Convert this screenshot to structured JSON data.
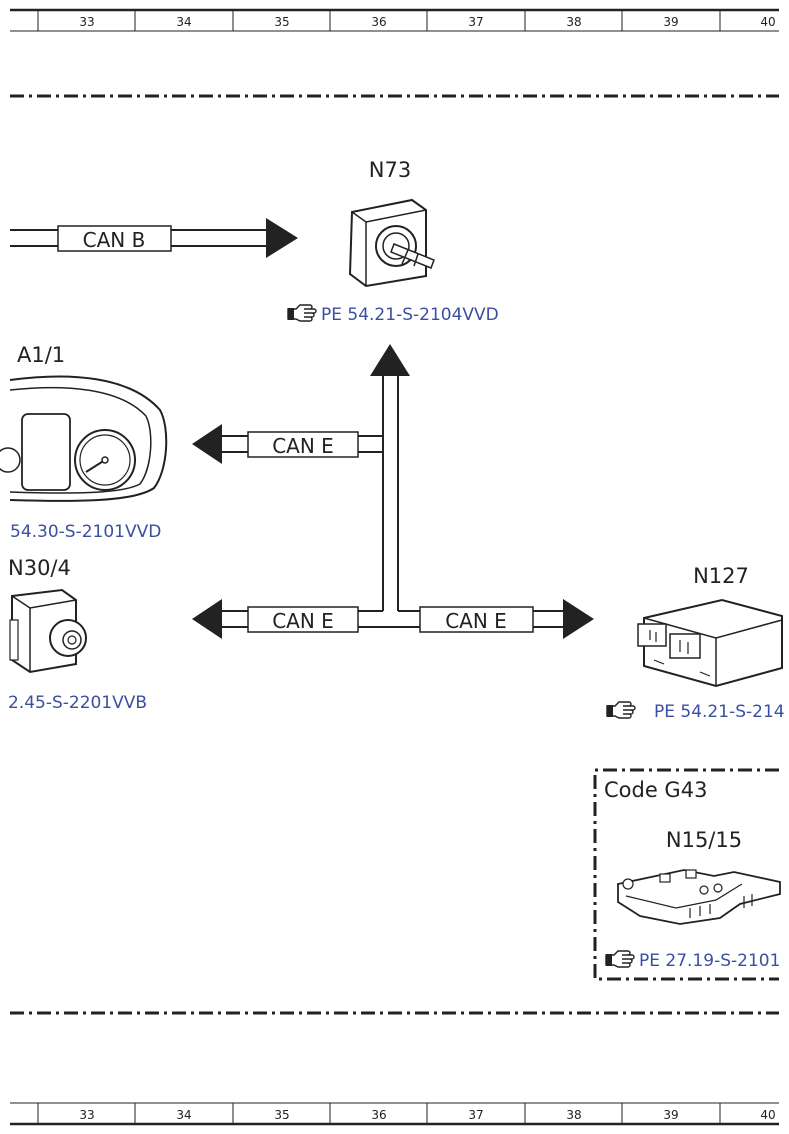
{
  "ruler": {
    "columns": [
      "33",
      "34",
      "35",
      "36",
      "37",
      "38",
      "39",
      "40"
    ]
  },
  "components": {
    "n73": {
      "label": "N73",
      "ref": "PE 54.21-S-2104VVD"
    },
    "a1_1": {
      "label": "A1/1",
      "ref": "54.30-S-2101VVD"
    },
    "n30_4": {
      "label": "N30/4",
      "ref": "2.45-S-2201VVB"
    },
    "n127": {
      "label": "N127",
      "ref": "PE 54.21-S-214"
    },
    "n15_15": {
      "label": "N15/15",
      "ref": "PE 27.19-S-2101"
    }
  },
  "code_box": {
    "label": "Code G43"
  },
  "bus_labels": {
    "can_b": "CAN B",
    "can_e_upper": "CAN E",
    "can_e_lower_left": "CAN E",
    "can_e_lower_right": "CAN E"
  },
  "icons": {
    "reference": "pointing-hand-icon",
    "n73": "ignition-lock-icon",
    "a1_1": "instrument-cluster-icon",
    "n30_4": "esp-control-unit-icon",
    "n127": "powertrain-control-unit-icon",
    "n15_15": "transmission-control-unit-icon"
  },
  "colors": {
    "reference_text": "#3a4fa0",
    "line": "#222222"
  }
}
